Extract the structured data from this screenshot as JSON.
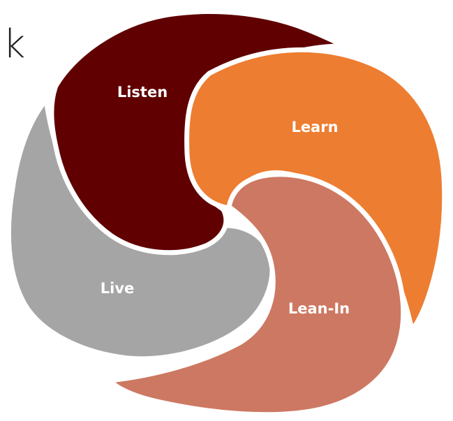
{
  "cropped_text": "k",
  "segments": [
    {
      "id": "listen",
      "label": "Listen",
      "color": "#600000"
    },
    {
      "id": "learn",
      "label": "Learn",
      "color": "#ED7D31"
    },
    {
      "id": "lean-in",
      "label": "Lean-In",
      "color": "#CD7862"
    },
    {
      "id": "live",
      "label": "Live",
      "color": "#A5A5A5"
    }
  ]
}
